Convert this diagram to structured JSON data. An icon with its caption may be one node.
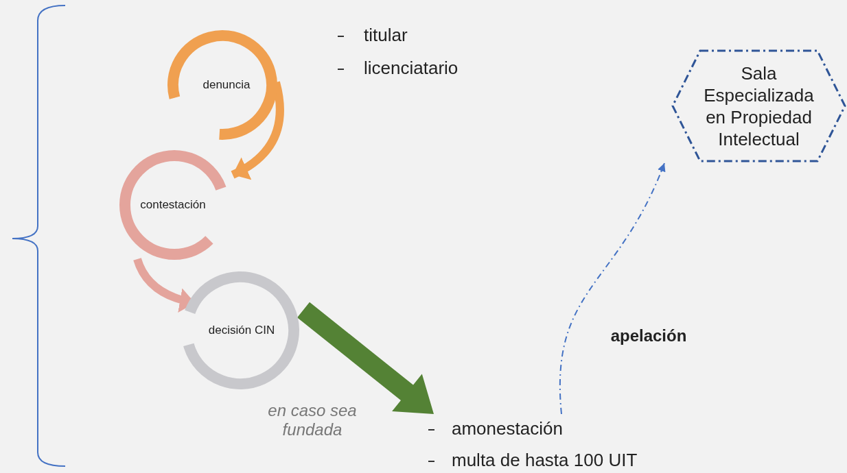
{
  "diagram": {
    "nodes": [
      {
        "text": [
          "denuncia"
        ]
      },
      {
        "text": [
          "contestación"
        ]
      },
      {
        "text": [
          "decisión CIN"
        ]
      },
      {
        "text": [
          "amonestación",
          "multa de hasta 100 UIT"
        ]
      },
      {
        "text": [
          "Sala Especializada en Propiedad Intelectual"
        ]
      }
    ],
    "edges": [
      {
        "from": 0,
        "to": 1,
        "arrow": "to",
        "color": "#f0a050"
      },
      {
        "from": 1,
        "to": 2,
        "arrow": "to",
        "color": "#e4a49c"
      },
      {
        "from": 2,
        "to": 3,
        "arrow": "to",
        "label": "en caso sea fundada",
        "style": "thick",
        "color": "#548235"
      },
      {
        "from": 3,
        "to": 4,
        "arrow": "to",
        "label": "apelación",
        "style": "dashed",
        "color": "#4472c4"
      }
    ],
    "labels": [
      "titular",
      "licenciatario"
    ]
  }
}
